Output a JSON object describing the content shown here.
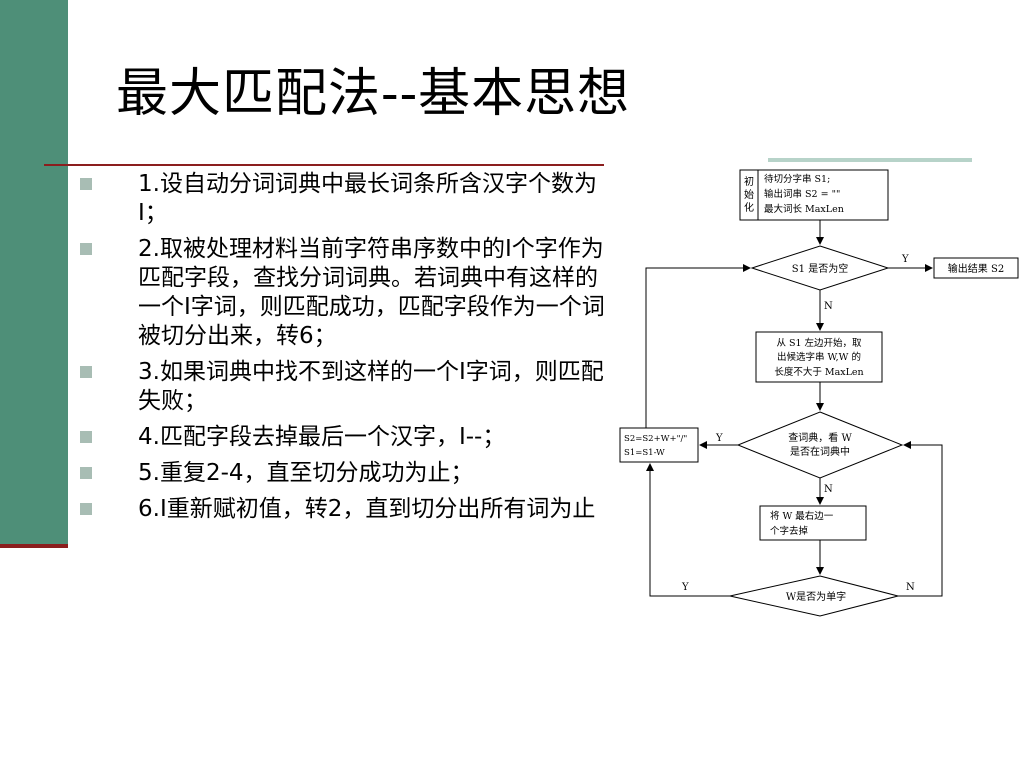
{
  "slide": {
    "title": "最大匹配法--基本思想",
    "bullets": [
      "1.设自动分词词典中最长词条所含汉字个数为I；",
      "2.取被处理材料当前字符串序数中的I个字作为匹配字段，查找分词词典。若词典中有这样的一个I字词，则匹配成功，匹配字段作为一个词被切分出来，转6；",
      "3.如果词典中找不到这样的一个I字词，则匹配失败；",
      "4.匹配字段去掉最后一个汉字，I--；",
      "5.重复2-4，直至切分成功为止；",
      "6.I重新赋初值，转2，直到切分出所有词为止"
    ]
  },
  "flowchart": {
    "init_label": [
      "初",
      "始",
      "化"
    ],
    "init_lines": [
      "待切分字串 S1;",
      "输出词串 S2 = \"\"",
      "最大词长 MaxLen"
    ],
    "decision_s1_empty": "S1 是否为空",
    "output_result": "输出结果 S2",
    "take_candidate": [
      "从 S1 左边开始，取",
      "出候选字串 W,W 的",
      "长度不大于 MaxLen"
    ],
    "decision_in_dict": [
      "查词典，看 W",
      "是否在词典中"
    ],
    "update_box": [
      "S2=S2+W+\"/\"",
      "S1=S1-W"
    ],
    "remove_last": [
      "将  W  最右边一",
      "个字去掉"
    ],
    "decision_single": "W是否为单字",
    "yes": "Y",
    "no": "N"
  }
}
